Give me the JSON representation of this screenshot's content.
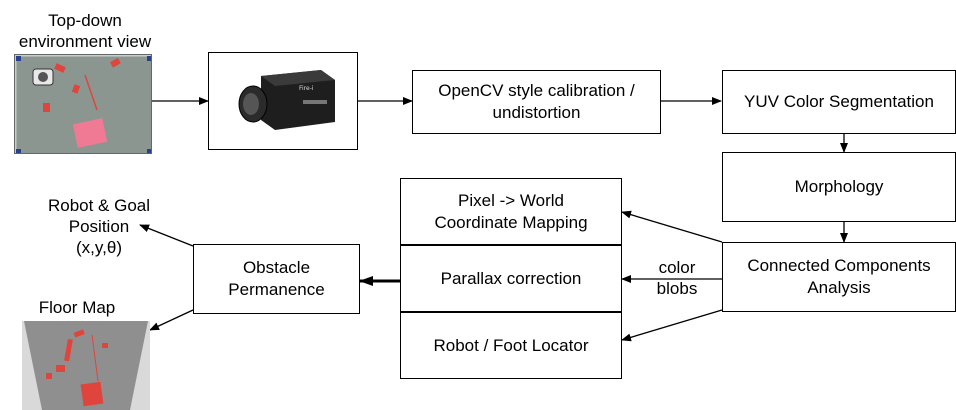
{
  "labels": {
    "top_view": "Top-down\nenvironment view",
    "robot_goal": "Robot & Goal\nPosition\n(x,y,θ)",
    "floor_map": "Floor Map",
    "blobs": "color\nblobs"
  },
  "boxes": {
    "calibration": "OpenCV style calibration /\nundistortion",
    "yuv": "YUV Color Segmentation",
    "morphology": "Morphology",
    "connected": "Connected Components\nAnalysis",
    "pixel_world": "Pixel -> World\nCoordinate Mapping",
    "parallax": "Parallax correction",
    "robot_foot": "Robot / Foot Locator",
    "obstacle": "Obstacle\nPermanence"
  },
  "camera": {
    "brand_text": "Fire-i"
  },
  "colors": {
    "obstacle_red": "#e0453d",
    "floor_gray": "#8f8f8f",
    "env_floor": "#8c9690"
  }
}
